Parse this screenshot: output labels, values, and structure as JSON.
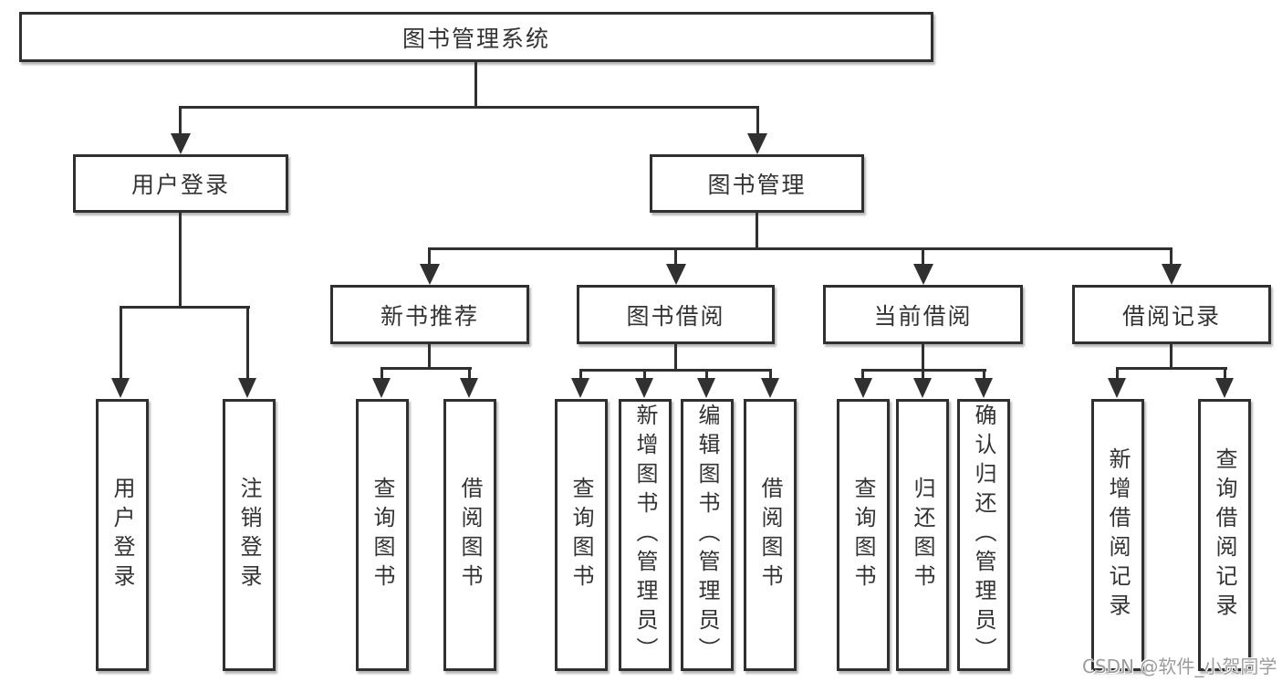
{
  "diagram": {
    "nodes": {
      "root": "图书管理系统",
      "userLogin": {
        "label": "用户登录",
        "children": [
          "用户登录",
          "注销登录"
        ]
      },
      "bookMgmt": {
        "label": "图书管理",
        "groups": [
          {
            "label": "新书推荐",
            "children": [
              "查询图书",
              "借阅图书"
            ]
          },
          {
            "label": "图书借阅",
            "children": [
              "查询图书",
              "新增图书（管理员）",
              "编辑图书（管理员）",
              "借阅图书"
            ]
          },
          {
            "label": "当前借阅",
            "children": [
              "查询图书",
              "归还图书",
              "确认归还（管理员）"
            ]
          },
          {
            "label": "借阅记录",
            "children": [
              "新增借阅记录",
              "查询借阅记录"
            ]
          }
        ]
      }
    },
    "colors": {
      "line": "#303030",
      "text": "#333333",
      "box_background": "#ffffff",
      "watermark": "#9c9c9c"
    },
    "watermark": "CSDN @软件_小贺同学"
  }
}
